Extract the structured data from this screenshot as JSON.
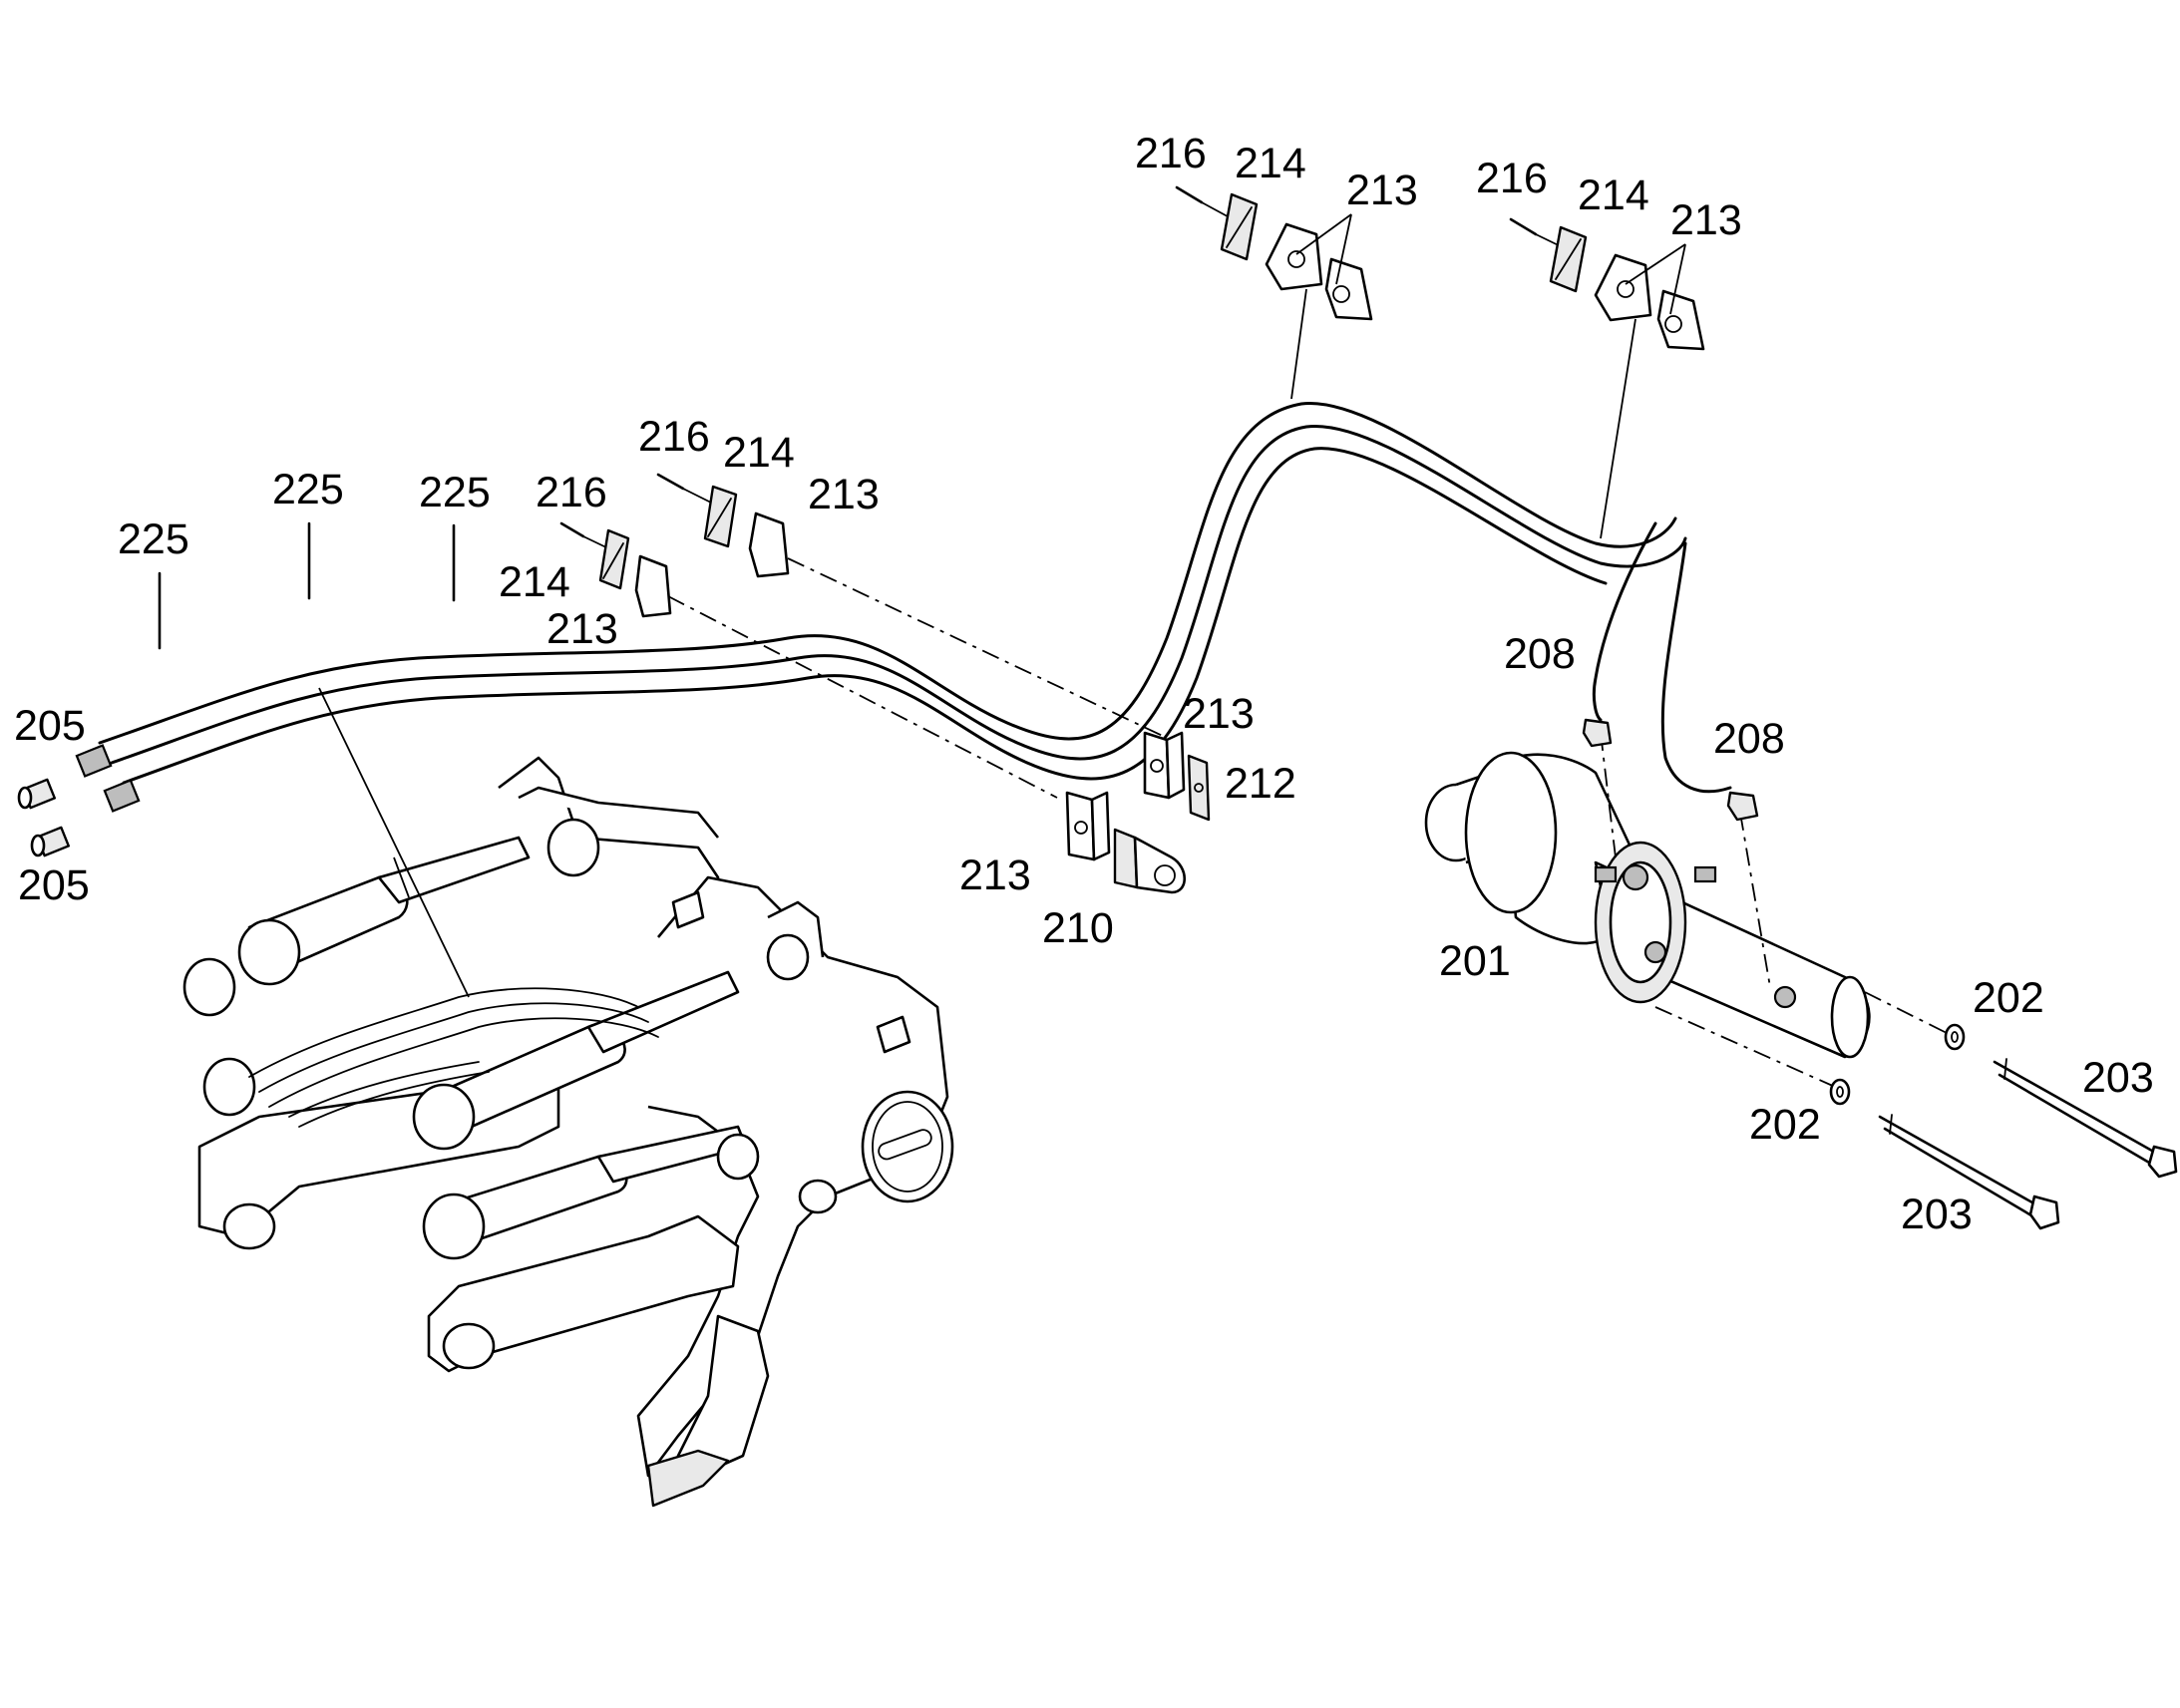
{
  "diagram": {
    "part_labels": [
      {
        "id": "lbl-216-a",
        "text": "216"
      },
      {
        "id": "lbl-214-a",
        "text": "214"
      },
      {
        "id": "lbl-213-a",
        "text": "213"
      },
      {
        "id": "lbl-216-b",
        "text": "216"
      },
      {
        "id": "lbl-214-b",
        "text": "214"
      },
      {
        "id": "lbl-213-b",
        "text": "213"
      },
      {
        "id": "lbl-216-c",
        "text": "216"
      },
      {
        "id": "lbl-214-c",
        "text": "214"
      },
      {
        "id": "lbl-213-c",
        "text": "213"
      },
      {
        "id": "lbl-216-d",
        "text": "216"
      },
      {
        "id": "lbl-214-d",
        "text": "214"
      },
      {
        "id": "lbl-213-d",
        "text": "213"
      },
      {
        "id": "lbl-225-a",
        "text": "225"
      },
      {
        "id": "lbl-225-b",
        "text": "225"
      },
      {
        "id": "lbl-225-c",
        "text": "225"
      },
      {
        "id": "lbl-205-a",
        "text": "205"
      },
      {
        "id": "lbl-205-b",
        "text": "205"
      },
      {
        "id": "lbl-208-a",
        "text": "208"
      },
      {
        "id": "lbl-208-b",
        "text": "208"
      },
      {
        "id": "lbl-213-e",
        "text": "213"
      },
      {
        "id": "lbl-212",
        "text": "212"
      },
      {
        "id": "lbl-213-f",
        "text": "213"
      },
      {
        "id": "lbl-210",
        "text": "210"
      },
      {
        "id": "lbl-201",
        "text": "201"
      },
      {
        "id": "lbl-202-a",
        "text": "202"
      },
      {
        "id": "lbl-203-a",
        "text": "203"
      },
      {
        "id": "lbl-202-b",
        "text": "202"
      },
      {
        "id": "lbl-203-b",
        "text": "203"
      }
    ]
  }
}
